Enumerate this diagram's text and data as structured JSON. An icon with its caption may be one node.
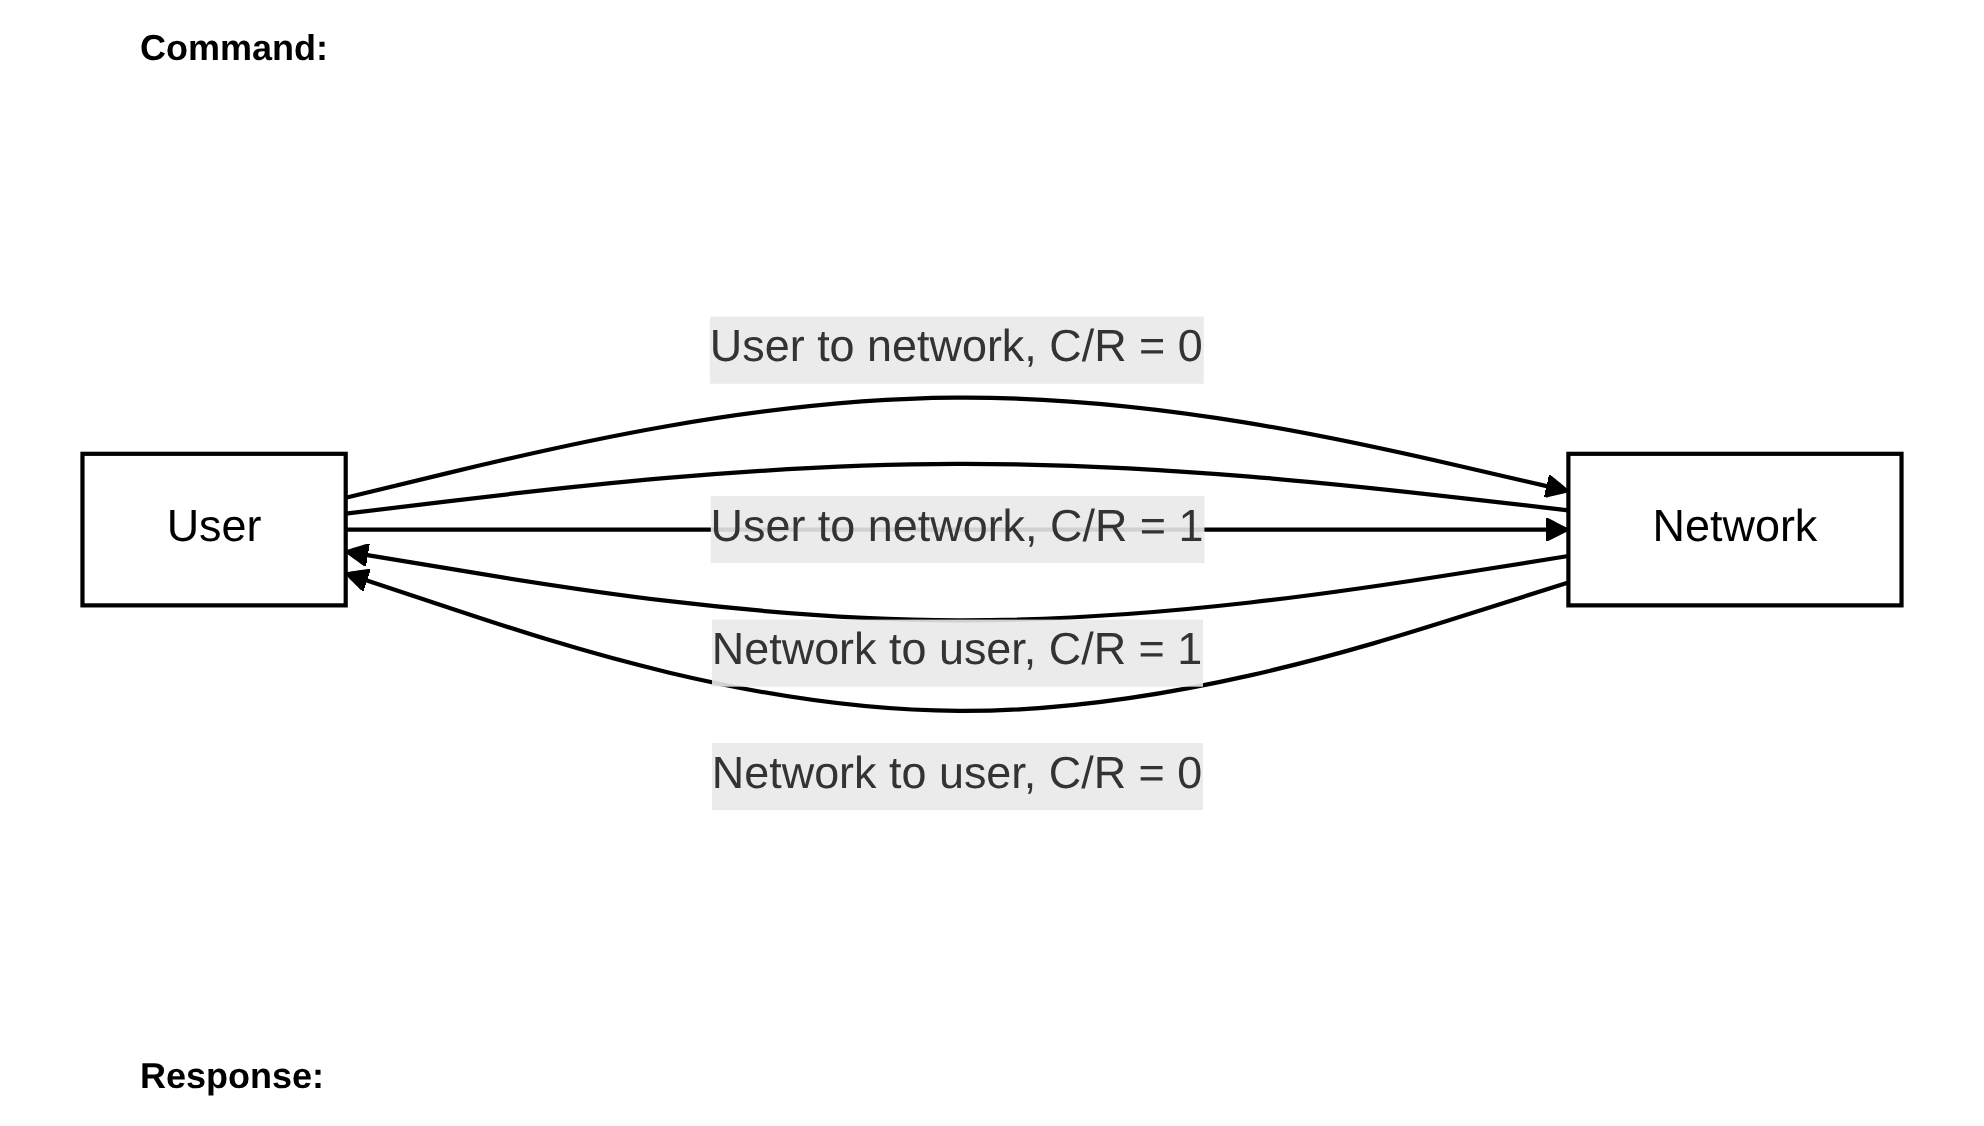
{
  "diagram": {
    "nodes": [
      {
        "text": [
          "User"
        ]
      },
      {
        "text": [
          "Network"
        ]
      }
    ],
    "edges": [
      {
        "from": 0,
        "to": 1,
        "arrow": "to",
        "label": "User to network, C/R = 0"
      },
      {
        "from": 1,
        "to": 0,
        "arrow": "to",
        "label": "Network to user, C/R = 1"
      },
      {
        "from": 0,
        "to": 1,
        "arrow": "none"
      },
      {
        "from": 1,
        "to": 0,
        "arrow": "to",
        "label": "Network to user, C/R = 0"
      },
      {
        "from": 0,
        "to": 1,
        "arrow": "to",
        "label": "User to network, C/R = 1"
      }
    ],
    "labels": [
      "Command:",
      "Response:"
    ]
  }
}
